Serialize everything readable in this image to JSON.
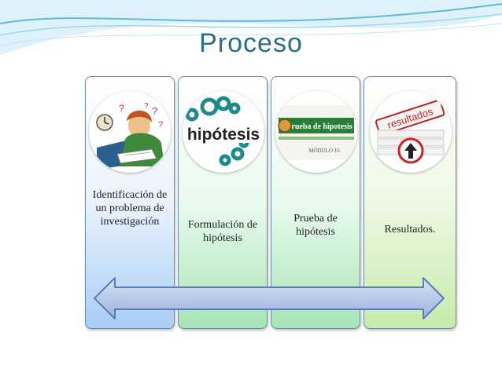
{
  "title": "Proceso",
  "steps": [
    {
      "label": "Identificación de un problema de investigación",
      "icon": "thinking-student-icon"
    },
    {
      "label": "Formulación de hipótesis",
      "icon": "hipotesis-logo-icon",
      "icon_text": "hipótesis"
    },
    {
      "label": "Prueba de hipótesis",
      "icon": "book-cover-icon",
      "icon_text": "Prueba de hipotesis",
      "icon_subtext": "MÓDULO 16"
    },
    {
      "label": "Resultados.",
      "icon": "resultados-signpost-icon",
      "icon_text": "resultados"
    }
  ],
  "colors": {
    "title": "#2a6f8a",
    "arrow": "#b9c9ea",
    "arrow_stroke": "#5b79bd",
    "swoosh": "#5fb9e0"
  }
}
